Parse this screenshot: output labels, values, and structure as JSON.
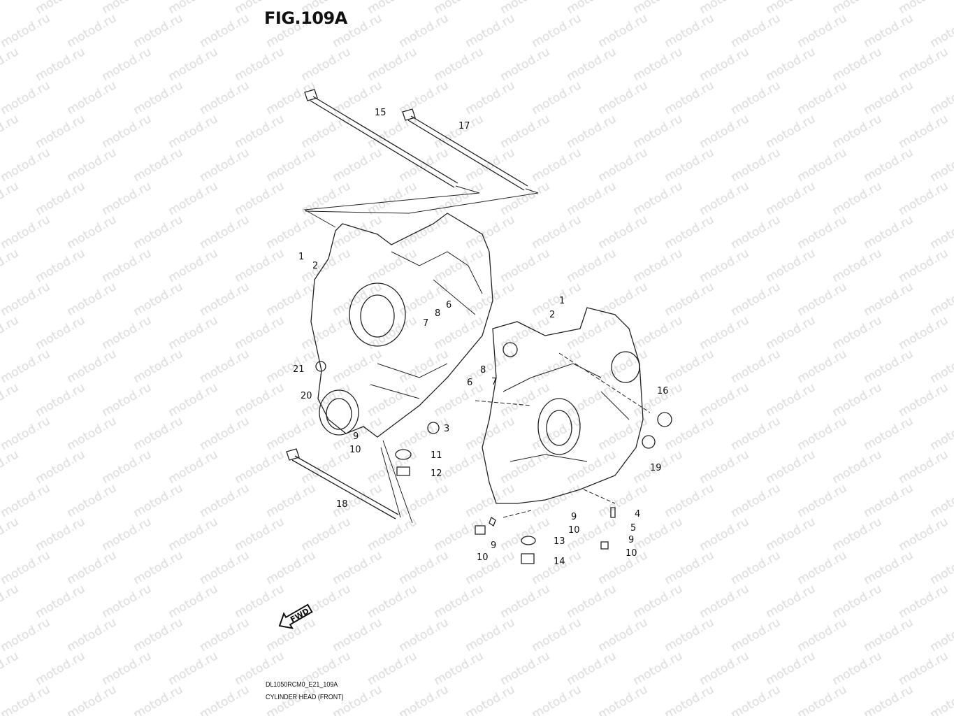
{
  "title": "FIG.109A",
  "watermark": "motod.ru",
  "footer": {
    "code": "DL1050RCM0_E21_109A",
    "caption": "CYLINDER HEAD (FRONT)"
  },
  "fwd_label": "FWD",
  "callouts": [
    "15",
    "17",
    "1",
    "2",
    "6",
    "8",
    "7",
    "21",
    "20",
    "9",
    "10",
    "3",
    "11",
    "12",
    "18",
    "1",
    "2",
    "8",
    "6",
    "7",
    "16",
    "19",
    "4",
    "5",
    "9",
    "10",
    "9",
    "10",
    "13",
    "14",
    "9",
    "10"
  ]
}
